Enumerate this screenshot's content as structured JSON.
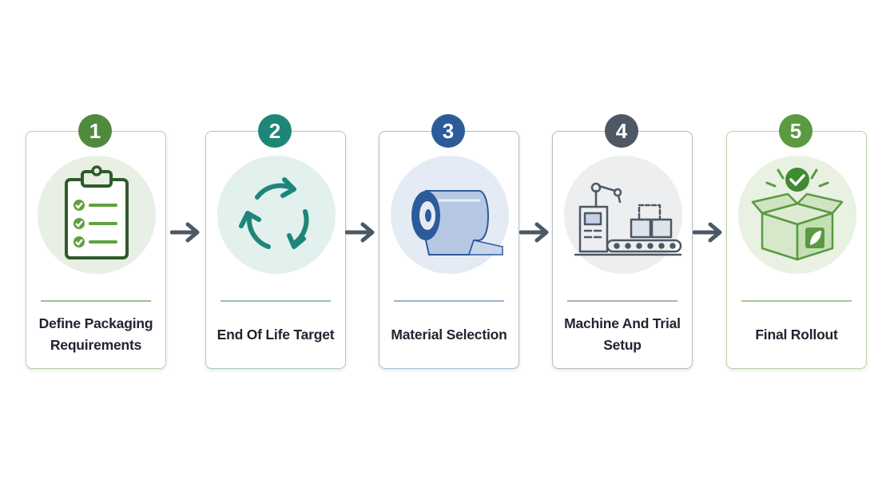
{
  "steps": [
    {
      "number": "1",
      "label": "Define Packaging Requirements",
      "icon": "clipboard-checklist-icon",
      "badge_color": "#4f8a3d",
      "border_color": "#b7cfae",
      "circle_color": "#e8efe4",
      "rule_color": "#9fc08f"
    },
    {
      "number": "2",
      "label": "End Of Life Target",
      "icon": "recycle-arrows-icon",
      "badge_color": "#1e8579",
      "border_color": "#a8cdc7",
      "circle_color": "#e2f0ee",
      "rule_color": "#8fc3bb"
    },
    {
      "number": "3",
      "label": "Material Selection",
      "icon": "film-roll-icon",
      "badge_color": "#2c5b99",
      "border_color": "#a9bcd6",
      "circle_color": "#e5ebf4",
      "rule_color": "#9db3d0"
    },
    {
      "number": "4",
      "label": "Machine And Trial Setup",
      "icon": "packaging-machine-icon",
      "badge_color": "#4d5864",
      "border_color": "#b4bbc3",
      "circle_color": "#eceef0",
      "rule_color": "#a9b1b9"
    },
    {
      "number": "5",
      "label": "Final Rollout",
      "icon": "eco-box-check-icon",
      "badge_color": "#5a9a41",
      "border_color": "#b8d3a8",
      "circle_color": "#e8f1e2",
      "rule_color": "#a7c996"
    }
  ],
  "arrow_color": "#4b5866"
}
